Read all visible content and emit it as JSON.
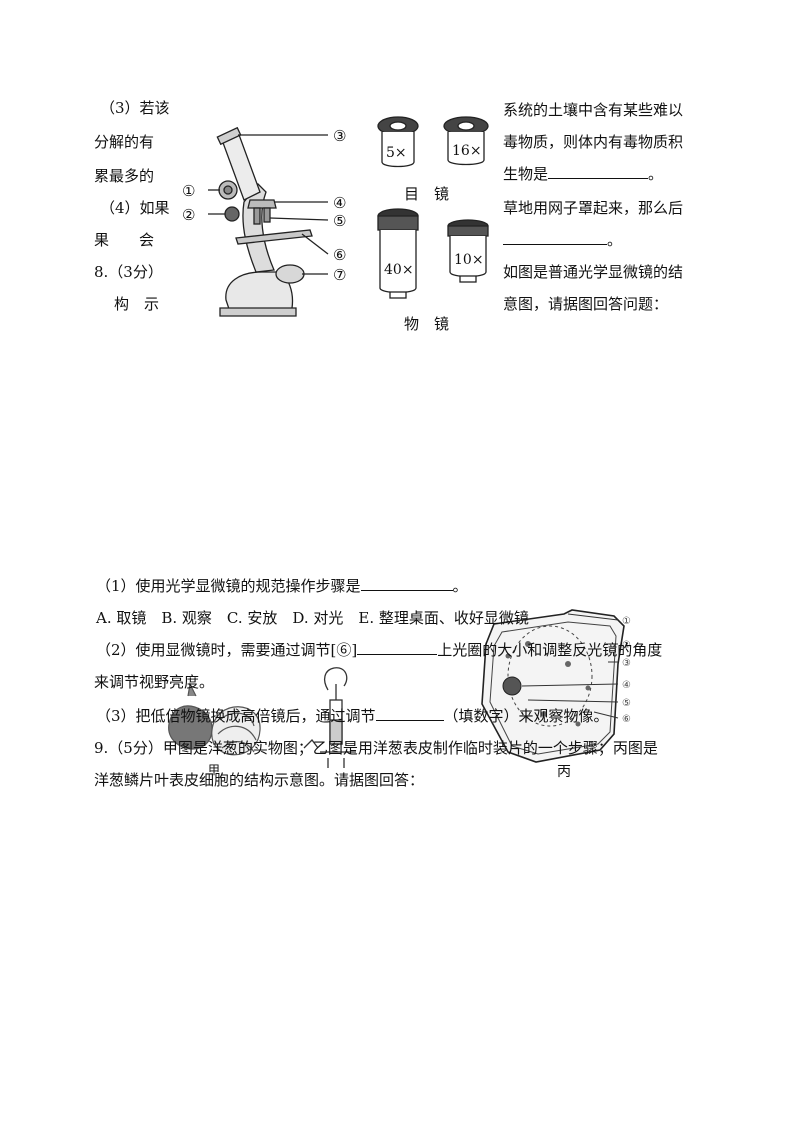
{
  "fragments": {
    "left_col": [
      "（3）若该",
      "分解的有",
      "累最多的",
      "（4）如果",
      "果　　会",
      "8.（3分）",
      "构　示"
    ],
    "right_col": [
      "系统的土壤中含有某些难以",
      "毒物质，则体内有毒物质积",
      "生物是",
      "。",
      "草地用网子罩起来，那么后",
      "。",
      "如图是普通光学显微镜的结",
      "意图，请据图回答问题："
    ]
  },
  "microscope": {
    "callouts": [
      "①",
      "②",
      "③",
      "④",
      "⑤",
      "⑥",
      "⑦"
    ]
  },
  "lenses": {
    "eyepiece_labels": [
      "5×",
      "16×"
    ],
    "eyepiece_caption": "目　镜",
    "objective_labels": [
      "40×",
      "10×"
    ],
    "objective_caption": "物　镜"
  },
  "q1": {
    "text": "（1）使用光学显微镜的规范操作步骤是",
    "end": "。"
  },
  "options": "A. 取镜　B. 观察　C. 安放　D. 对光　E. 整理桌面、收好显微镜",
  "q2": {
    "pre": "（2）使用显微镜时，需要通过调节[⑥]",
    "post": "上光圈的大小和调整反光镜的角度",
    "line2": "来调节视野亮度。"
  },
  "q3": {
    "pre": "（3）把低倍物镜换成高倍镜后，通过调节",
    "post": "（填数字）来观察物像。"
  },
  "q9": {
    "line1": "9.（5分）甲图是洋葱的实物图；乙图是用洋葱表皮制作临时装片的一个步骤；丙图是",
    "line2": "洋葱鳞片叶表皮细胞的结构示意图。请据图回答："
  },
  "cell": {
    "callouts": [
      "①",
      "②",
      "③",
      "④",
      "⑤",
      "⑥"
    ],
    "caption": "丙"
  },
  "fig_caption_jia": "甲"
}
